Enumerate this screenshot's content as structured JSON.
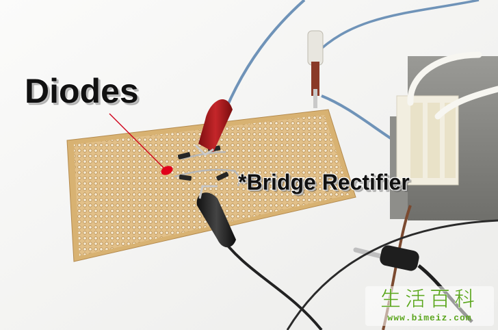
{
  "annotations": {
    "diodes_label": "Diodes",
    "bridge_label": "*Bridge Rectifier"
  },
  "watermark": {
    "logo_text": "生活百科",
    "url": "www.bimeiz.com"
  },
  "colors": {
    "annotation_line": "#d0021b",
    "pcb": "#e0bf86",
    "watermark_green": "#5aa51c",
    "background": "#f4f4f2"
  },
  "icons": {
    "watermark_logo": "green-chinese-characters-logo"
  }
}
